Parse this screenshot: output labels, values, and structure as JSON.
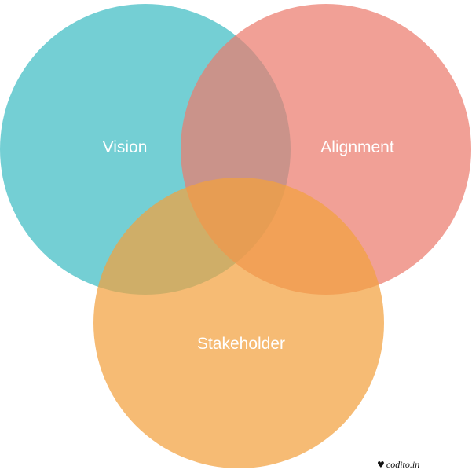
{
  "diagram": {
    "type": "venn",
    "sets": [
      {
        "label": "Vision",
        "color": "#3ebcc3"
      },
      {
        "label": "Alignment",
        "color": "#ec7c6e"
      },
      {
        "label": "Stakeholder",
        "color": "#f3a13f"
      }
    ]
  },
  "credit": {
    "icon": "heart-icon",
    "text": "codito.in"
  }
}
